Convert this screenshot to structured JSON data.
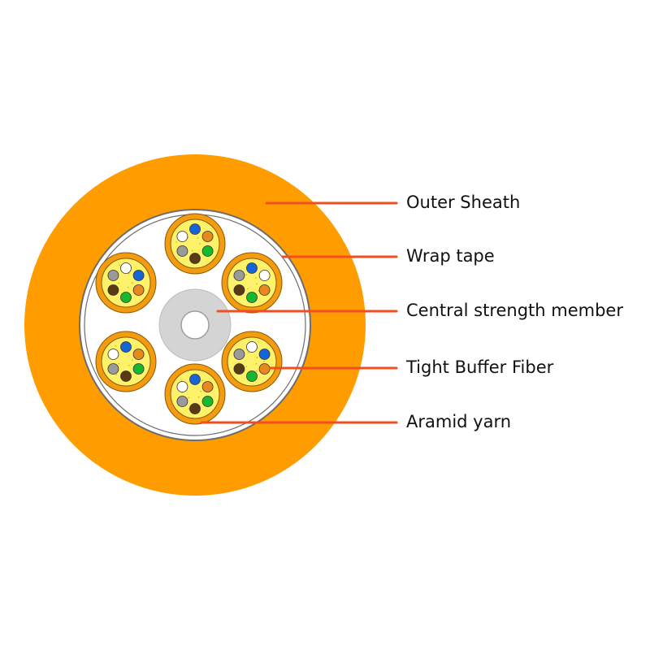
{
  "colors": {
    "sheath": "#ff9d00",
    "wrap_tape_ring": "#ffffff",
    "wrap_tape_stroke": "#6d6d6d",
    "aramid_fill": "#ffffff",
    "tube": "#f39c12",
    "tube_stroke": "#8a5a00",
    "gel": "#fff26b",
    "csm": "#d4d4d4",
    "leader": "#f04e23"
  },
  "fiber_colors": [
    "#1565d8",
    "#e8891f",
    "#16b82e",
    "#5a3a14",
    "#9a9a9a",
    "#ffffff"
  ],
  "labels": [
    {
      "key": "outer_sheath",
      "text": "Outer Sheath"
    },
    {
      "key": "wrap_tape",
      "text": "Wrap tape"
    },
    {
      "key": "csm",
      "text": "Central strength member"
    },
    {
      "key": "tight_buffer",
      "text": "Tight Buffer Fiber"
    },
    {
      "key": "aramid",
      "text": "Aramid yarn"
    }
  ]
}
